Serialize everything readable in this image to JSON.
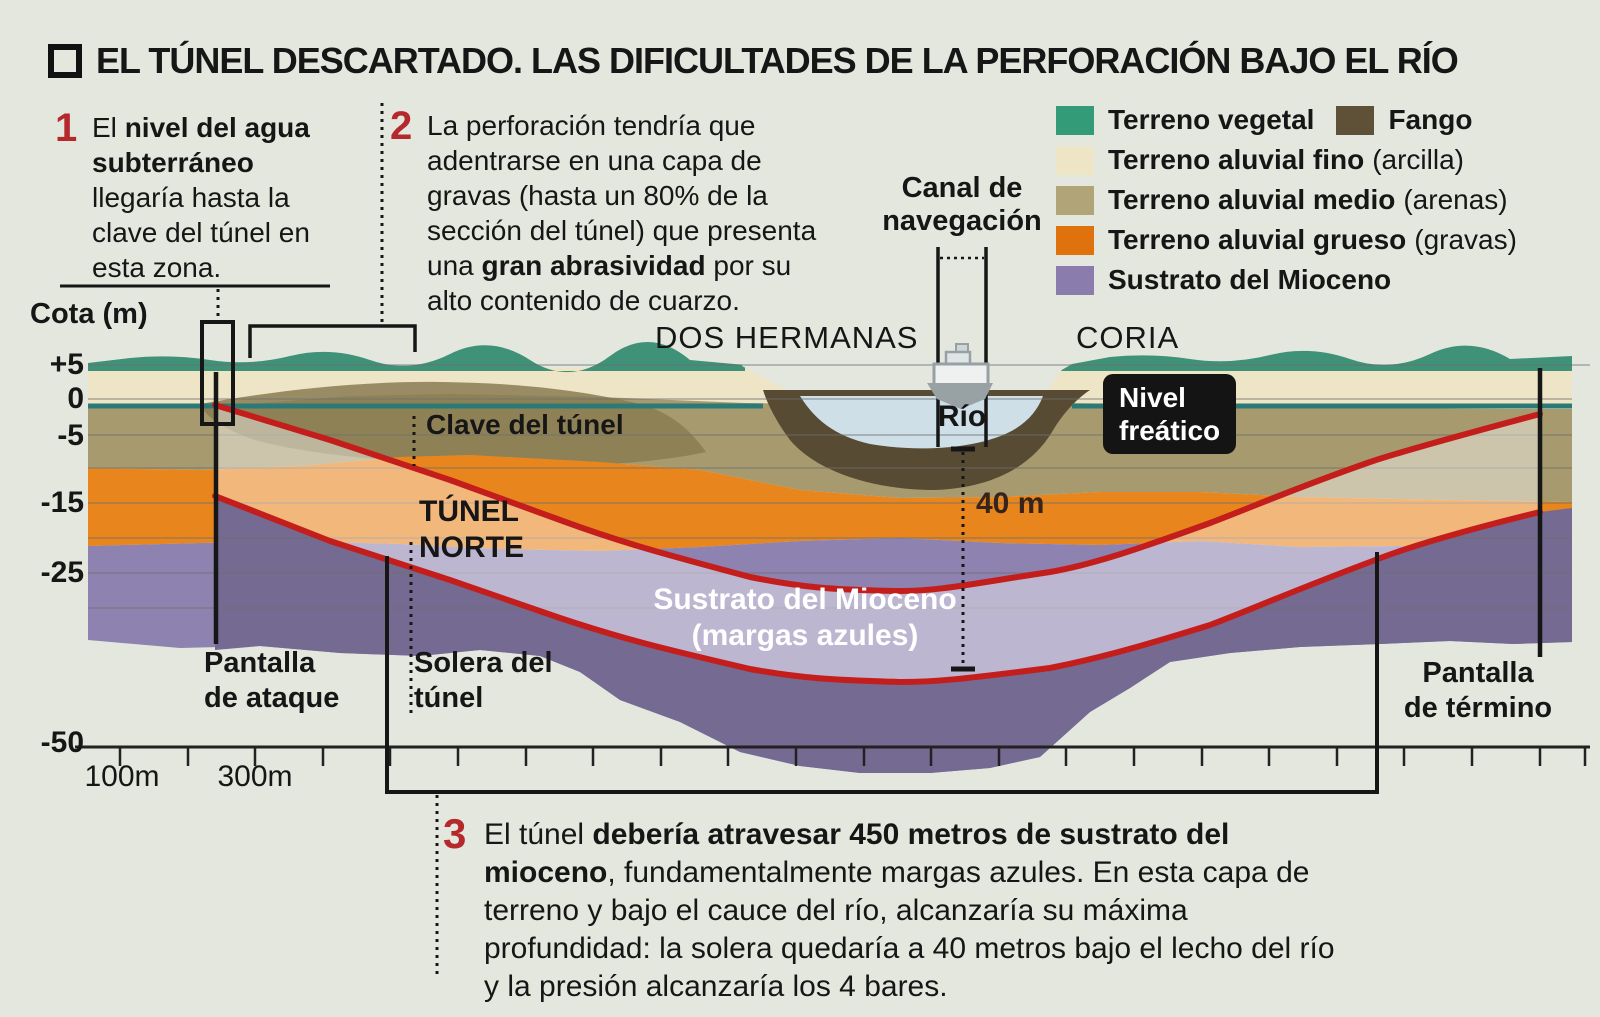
{
  "title": "EL TÚNEL DESCARTADO. LAS DIFICULTADES DE LA PERFORACIÓN BAJO EL RÍO",
  "annotations": {
    "a1": {
      "num": "1",
      "lines": [
        "El **nivel del agua**",
        "**subterráneo**",
        "llegaría hasta la",
        "clave del túnel en",
        "esta zona."
      ]
    },
    "a2": {
      "num": "2",
      "lines": [
        "La perforación tendría que",
        "adentrarse en una capa de",
        "gravas (hasta un 80% de la",
        "sección del túnel) que presenta",
        "una **gran abrasividad** por su",
        "alto contenido de cuarzo."
      ]
    },
    "a3": {
      "num": "3",
      "lines": [
        "El túnel **debería atravesar 450 metros de sustrato del**",
        "**mioceno**, fundamentalmente margas azules. En esta capa de",
        "terreno y bajo el cauce del río, alcanzaría su máxima",
        "profundidad: la solera quedaría a 40 metros bajo el lecho del río",
        "y la presión alcanzaría los 4 bares."
      ]
    }
  },
  "legend": {
    "items": [
      {
        "label": "Terreno vegetal",
        "note": "",
        "color": "#349b79"
      },
      {
        "label": "Fango",
        "note": "",
        "color": "#5e5138"
      },
      {
        "label": "Terreno aluvial fino",
        "note": "(arcilla)",
        "color": "#eee5c7"
      },
      {
        "label": "Terreno aluvial medio",
        "note": "(arenas)",
        "color": "#b1a478"
      },
      {
        "label": "Terreno aluvial grueso",
        "note": "(gravas)",
        "color": "#e0720d"
      },
      {
        "label": "Sustrato del Mioceno",
        "note": "",
        "color": "#8a7dae"
      }
    ]
  },
  "axis": {
    "title": "Cota (m)",
    "y_ticks": [
      "+5",
      "0",
      "-5",
      "-15",
      "-25",
      "-50"
    ],
    "x_labels": [
      "100m",
      "300m"
    ]
  },
  "diagram": {
    "dos_hermanas": "DOS HERMANAS",
    "coria": "CORIA",
    "canal": {
      "line1": "Canal de",
      "line2": "navegación"
    },
    "rio": "Río",
    "nivel_freatico": {
      "line1": "Nivel",
      "line2": "freático"
    },
    "clave": "Clave del túnel",
    "tunel_norte": {
      "line1": "TÚNEL",
      "line2": "NORTE"
    },
    "sustrato": {
      "line1": "Sustrato del Mioceno",
      "line2": "(margas azules)"
    },
    "depth": "40 m",
    "pantalla_ataque": {
      "line1": "Pantalla",
      "line2": "de ataque"
    },
    "solera": {
      "line1": "Solera del",
      "line2": "túnel"
    },
    "pantalla_termino": {
      "line1": "Pantalla",
      "line2": "de término"
    }
  },
  "colors": {
    "background": "#e3e7de",
    "tunnel_line": "#c41e1c",
    "water": "#cfdfe7",
    "water_table_line": "#2b7a77",
    "badge": "#141414",
    "annotation_number": "#b5282c"
  }
}
